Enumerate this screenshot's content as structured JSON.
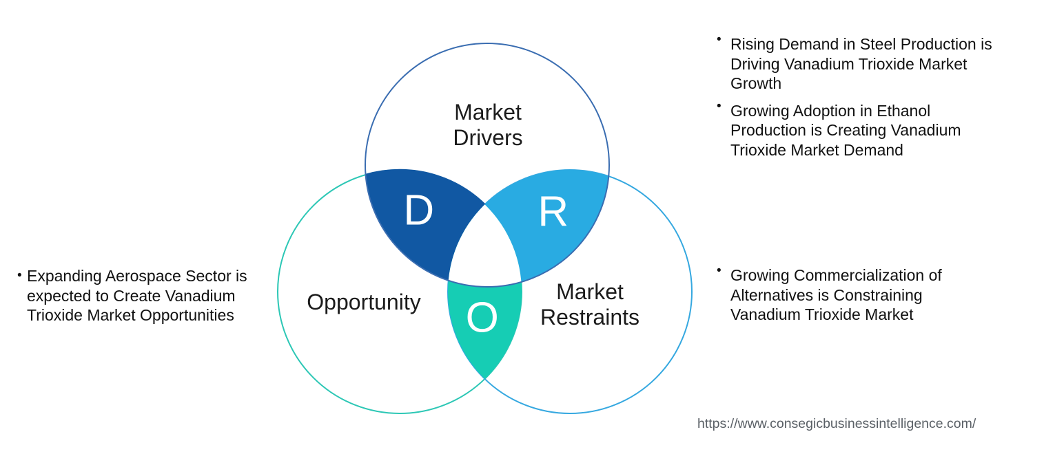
{
  "bullet_char": "•",
  "venn": {
    "drivers": {
      "label": "Market\nDrivers",
      "letter": "D",
      "fill": "#1158A3",
      "stroke": "#3A6DB1"
    },
    "restraints": {
      "label": "Market\nRestraints",
      "letter": "R",
      "fill": "#29ABE2",
      "stroke": "#35A8E0"
    },
    "opportunity": {
      "label": "Opportunity",
      "letter": "O",
      "fill": "#16CDB4",
      "stroke": "#2CC7B5"
    },
    "center_fill": "#FFFFFF"
  },
  "callouts": {
    "drivers": [
      "Rising Demand in Steel Production is\nDriving Vanadium Trioxide Market\nGrowth",
      "Growing Adoption in Ethanol\nProduction is Creating Vanadium\nTrioxide Market Demand"
    ],
    "restraints": [
      "Growing Commercialization of\nAlternatives is Constraining\nVanadium Trioxide Market"
    ],
    "opportunity": [
      "Expanding Aerospace Sector is\nexpected to Create Vanadium\nTrioxide Market Opportunities"
    ]
  },
  "footer": {
    "url": "https://www.consegicbusinessintelligence.com/"
  }
}
